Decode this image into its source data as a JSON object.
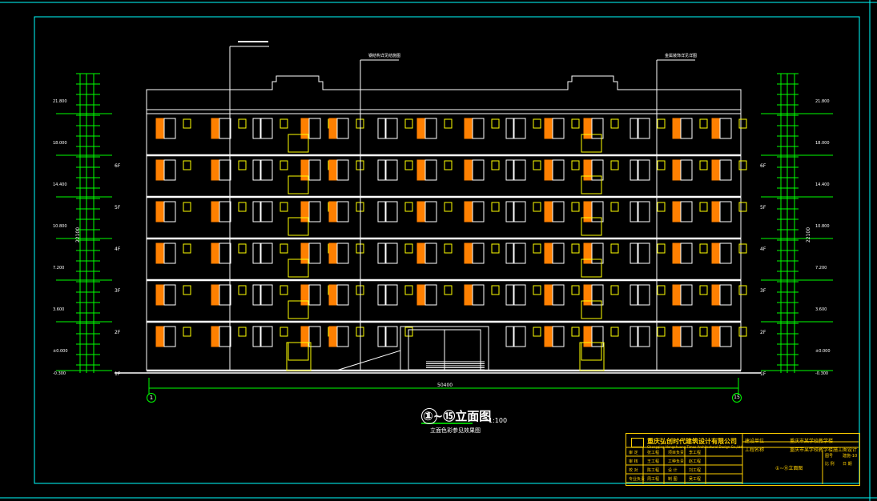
{
  "drawing": {
    "title": "①~⑮立面图",
    "scale": "1:100",
    "subtitle": "立面色彩参见效果图",
    "overall_width": "50400",
    "axis_left": "1",
    "axis_right": "15",
    "callout_top_left": "",
    "callout_mid": "钢结构详见结施图",
    "callout_right": "金属装饰详见详图",
    "colors": {
      "background": "#000000",
      "frame": "#00ffff",
      "building": "#ffffff",
      "window_orange": "#ff8000",
      "window_yellow": "#ffff00",
      "dimension_green": "#00ff00",
      "stair_magenta": "#ff00ff"
    }
  },
  "levels": [
    {
      "elev": "21.800",
      "floor": ""
    },
    {
      "elev": "18.000",
      "floor": "6F"
    },
    {
      "elev": "14.400",
      "floor": "5F"
    },
    {
      "elev": "10.800",
      "floor": "4F"
    },
    {
      "elev": "7.200",
      "floor": "3F"
    },
    {
      "elev": "3.600",
      "floor": "2F"
    },
    {
      "elev": "±0.000",
      "floor": "1F"
    },
    {
      "elev": "-0.300",
      "floor": ""
    }
  ],
  "total_height": "22100",
  "title_block": {
    "company": "重庆弘创时代建筑设计有限公司",
    "company_en": "Chongqing Hongchuang Times Architectural Design Co.,Ltd",
    "project_label": "建设单位",
    "project_value": "重庆市某学校教学楼",
    "project_label2": "工程名称",
    "project_value2": "重庆市某学校教学楼施工图设计",
    "drawing_name": "①~⑮立面图",
    "rows": [
      [
        "审 定",
        "张工程",
        "项目负责",
        "李工程"
      ],
      [
        "审 核",
        "王工程",
        "工种负责",
        "赵工程"
      ],
      [
        "校 对",
        "陈工程",
        "设 计",
        "刘工程"
      ],
      [
        "专业负责",
        "周工程",
        "制 图",
        "吴工程"
      ]
    ],
    "right_cells": [
      "图号",
      "建施-10",
      "比 例",
      "日 期"
    ]
  }
}
